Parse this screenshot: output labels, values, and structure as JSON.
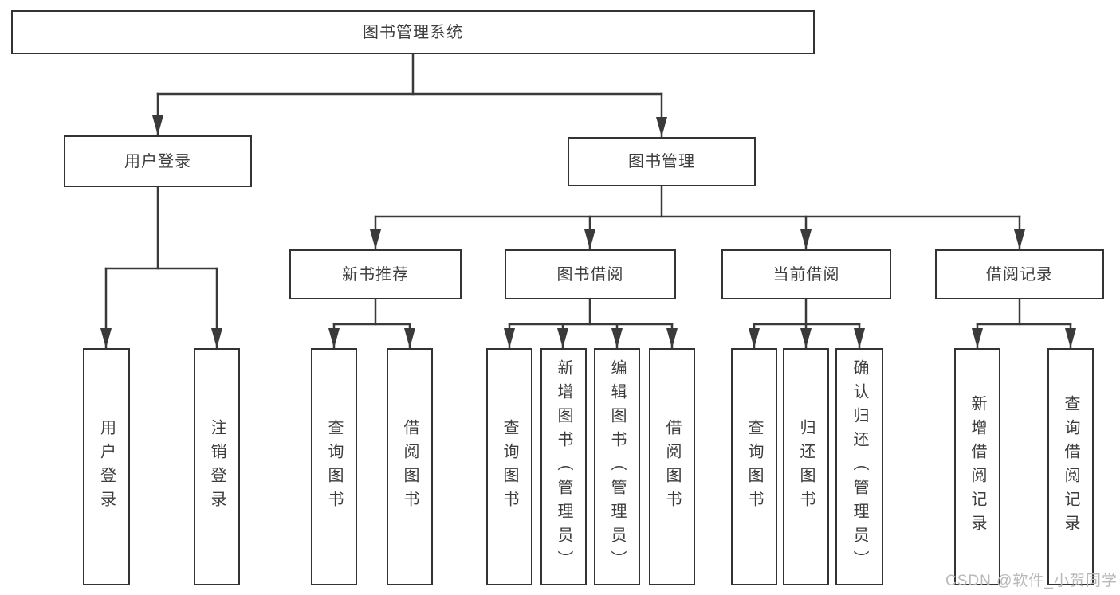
{
  "colors": {
    "line": "#3a3a3a",
    "box_border": "#333333",
    "text": "#3d3d3d",
    "background": "#ffffff",
    "watermark": "#b9b9b9"
  },
  "tree": {
    "root": "图书管理系统",
    "children": [
      {
        "label": "用户登录",
        "children": [
          "用户登录",
          "注销登录"
        ]
      },
      {
        "label": "图书管理",
        "children": [
          {
            "label": "新书推荐",
            "children": [
              "查询图书",
              "借阅图书"
            ]
          },
          {
            "label": "图书借阅",
            "children": [
              "查询图书",
              "新增图书（管理员）",
              "编辑图书（管理员）",
              "借阅图书"
            ]
          },
          {
            "label": "当前借阅",
            "children": [
              "查询图书",
              "归还图书",
              "确认归还（管理员）"
            ]
          },
          {
            "label": "借阅记录",
            "children": [
              "新增借阅记录",
              "查询借阅记录"
            ]
          }
        ]
      }
    ]
  },
  "watermark": {
    "text": "CSDN @软件_小贺同学"
  }
}
